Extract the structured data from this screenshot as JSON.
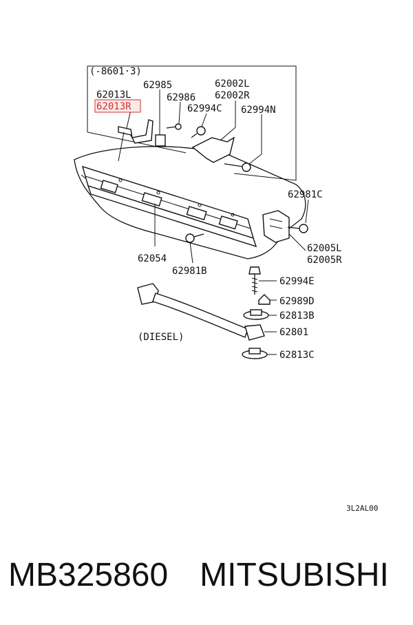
{
  "labels": {
    "serial_range": "(-8601·3)",
    "p62013L": "62013L",
    "p62013R": "62013R",
    "p62985": "62985",
    "p62986": "62986",
    "p62002L": "62002L",
    "p62002R": "62002R",
    "p62994C": "62994C",
    "p62994N": "62994N",
    "p62981C": "62981C",
    "p62005L": "62005L",
    "p62005R": "62005R",
    "p62054": "62054",
    "p62981B": "62981B",
    "p62994E": "62994E",
    "p62989D": "62989D",
    "p62813B": "62813B",
    "diesel": "(DIESEL)",
    "p62801": "62801",
    "p62813C": "62813C",
    "diagram_code": "3L2AL00"
  },
  "highlight_color": "#d03030",
  "footer": {
    "part_number": "MB325860",
    "brand": "MITSUBISHI"
  }
}
